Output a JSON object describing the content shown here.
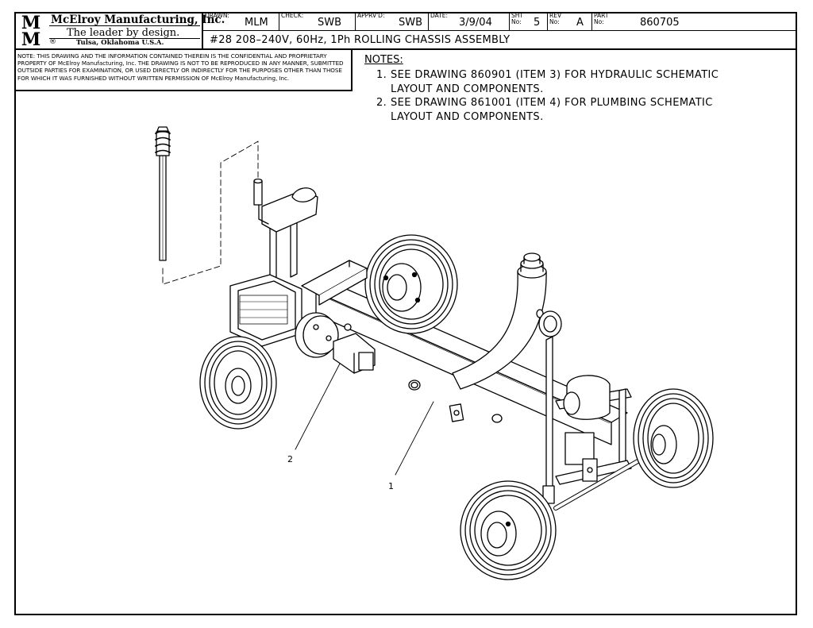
{
  "title_block": {
    "logo_letters": [
      "M",
      "M"
    ],
    "company": "McElroy Manufacturing, Inc.",
    "tagline": "The leader by design.",
    "registered_mark": "®",
    "location": "Tulsa, Oklahoma U.S.A.",
    "drawn_label": "DRAWN:",
    "drawn_value": "MLM",
    "check_label": "CHECK:",
    "check_value": "SWB",
    "apprvd_label": "APPRV'D:",
    "apprvd_value": "SWB",
    "date_label": "DATE:",
    "date_value": "3/9/04",
    "sht_label": "SHT No:",
    "sht_value": "5",
    "rev_label": "REV No:",
    "rev_value": "A",
    "part_label": "PART No:",
    "part_value": "860705",
    "drawing_title": "#28 208–240V, 60Hz, 1Ph ROLLING CHASSIS ASSEMBLY"
  },
  "legal_note": "NOTE: THIS DRAWING AND THE INFORMATION CONTAINED THEREIN IS THE CONFIDENTIAL AND PROPRIETARY PROPERTY OF McElroy Manufacturing, Inc. THE DRAWING IS NOT TO BE REPRODUCED IN ANY MANNER, SUBMITTED OUTSIDE PARTIES FOR EXAMINATION, OR USED DIRECTLY OR INDIRECTLY FOR THE PURPOSES OTHER THAN THOSE FOR WHICH IT WAS FURNISHED WITHOUT WRITTEN PERMISSION OF McElroy Manufacturing, Inc.",
  "notes": {
    "heading": "NOTES:",
    "items": [
      {
        "num": "1.",
        "line1": "SEE DRAWING 860901 (ITEM 3) FOR HYDRAULIC SCHEMATIC",
        "line2": "LAYOUT AND COMPONENTS."
      },
      {
        "num": "2.",
        "line1": "SEE DRAWING 861001 (ITEM 4) FOR PLUMBING SCHEMATIC",
        "line2": "LAYOUT AND COMPONENTS."
      }
    ]
  },
  "callouts": [
    {
      "label": "2"
    },
    {
      "label": "1"
    }
  ]
}
